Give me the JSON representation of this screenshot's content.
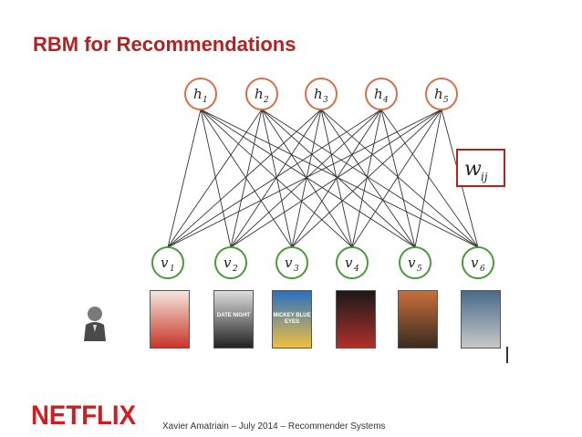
{
  "slide": {
    "title": "RBM for Recommendations",
    "footer": "Xavier Amatriain – July 2014 – Recommender Systems",
    "logo_text": "NETFLIX"
  },
  "diagram": {
    "hidden_nodes": [
      {
        "base": "h",
        "sub": "1"
      },
      {
        "base": "h",
        "sub": "2"
      },
      {
        "base": "h",
        "sub": "3"
      },
      {
        "base": "h",
        "sub": "4"
      },
      {
        "base": "h",
        "sub": "5"
      }
    ],
    "visible_nodes": [
      {
        "base": "v",
        "sub": "1"
      },
      {
        "base": "v",
        "sub": "2"
      },
      {
        "base": "v",
        "sub": "3"
      },
      {
        "base": "v",
        "sub": "4"
      },
      {
        "base": "v",
        "sub": "5"
      },
      {
        "base": "v",
        "sub": "6"
      }
    ],
    "weight_label": {
      "base": "w",
      "sub": "ij"
    },
    "colors": {
      "hidden_border": "#d4704a",
      "visible_border": "#4a9a3a",
      "weight_border": "#b22222",
      "edges": "#333333",
      "title": "#b22222",
      "logo": "#cc1f24"
    }
  },
  "posters": [
    {
      "name": "poster-1",
      "text": "",
      "colors": [
        "#f4e6dc",
        "#c8342a"
      ]
    },
    {
      "name": "poster-2",
      "text": "DATE NIGHT",
      "colors": [
        "#dcdcdc",
        "#222222"
      ]
    },
    {
      "name": "poster-3",
      "text": "MICKEY BLUE EYES",
      "colors": [
        "#2a6fc2",
        "#f0c040"
      ]
    },
    {
      "name": "poster-4",
      "text": "",
      "colors": [
        "#1a1a1a",
        "#b0302a"
      ]
    },
    {
      "name": "poster-5",
      "text": "",
      "colors": [
        "#c8703a",
        "#3a2a20"
      ]
    },
    {
      "name": "poster-6",
      "text": "",
      "colors": [
        "#4a6a8a",
        "#c8c8c8"
      ]
    }
  ]
}
